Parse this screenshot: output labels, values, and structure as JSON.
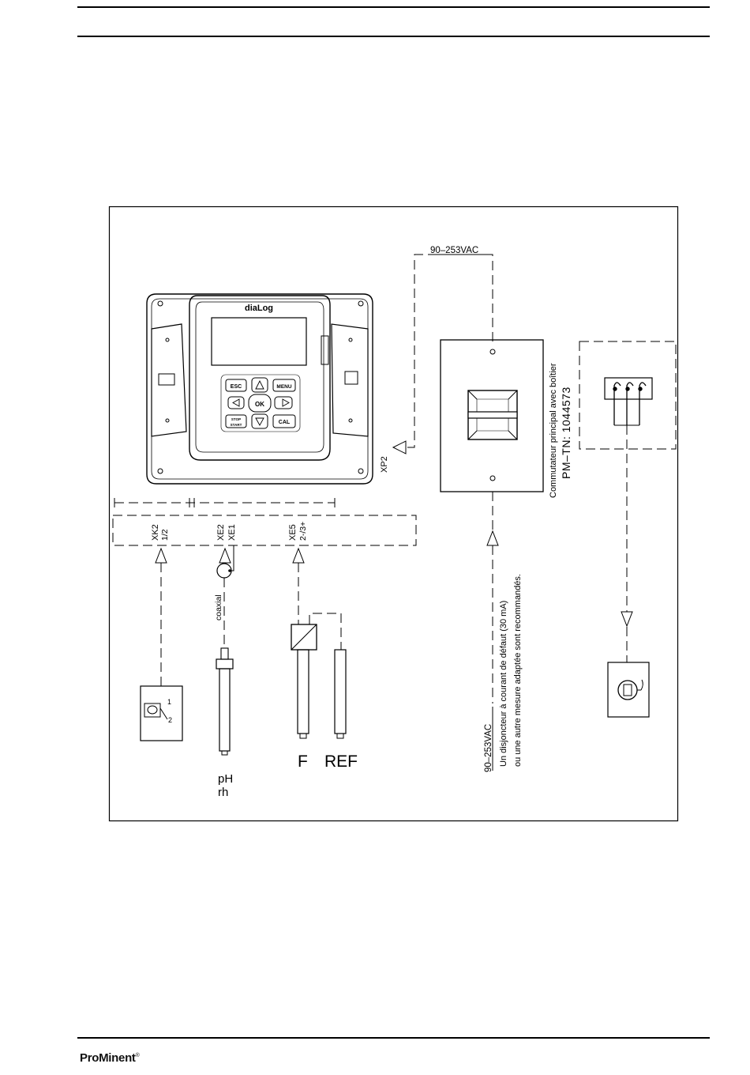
{
  "device": {
    "brand": "diaLog",
    "keys": {
      "esc": "ESC",
      "menu": "MENU",
      "ok": "OK",
      "cal": "CAL",
      "stop": "STOP",
      "start": "START"
    }
  },
  "terminals": {
    "xp2": "XP2",
    "xk2": "XK2",
    "xk2_pins": "1/2",
    "xe2": "XE2",
    "xe1": "XE1",
    "xe5": "XE5",
    "xe5_pins": "2-/3+"
  },
  "power": {
    "top_voltage": "90–253VAC",
    "bottom_voltage": "90–253VAC",
    "breaker_note_1": "Un disjoncteur à courant de défaut (30 mA)",
    "breaker_note_2": "ou une autre mesure adaptée sont recommandés."
  },
  "switch": {
    "label": "Commutateur principal avec boîtier",
    "part_number": "PM–TN: 1044573"
  },
  "sensors": {
    "coax_label": "coaxial",
    "ph_label": "pH",
    "rh_label": "rh",
    "f_label": "F",
    "ref_label": "REF",
    "flow_pin_1": "1",
    "flow_pin_2": "2"
  },
  "footer": {
    "brand": "ProMinent",
    "registered": "®"
  }
}
